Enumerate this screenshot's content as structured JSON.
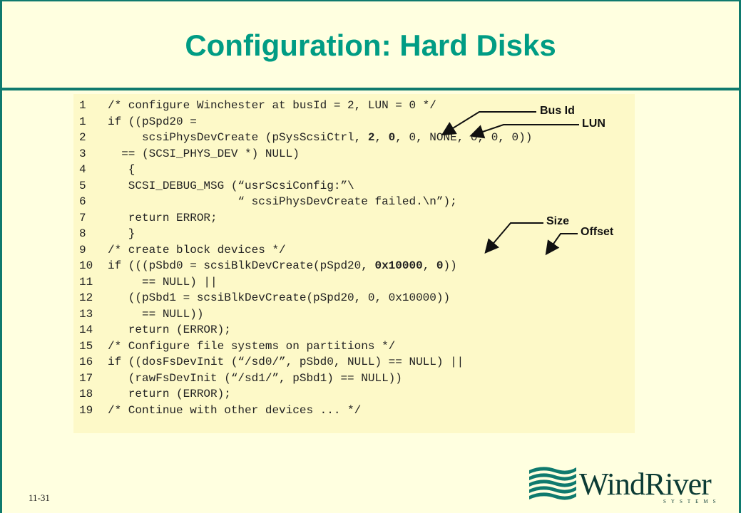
{
  "slide": {
    "title": "Configuration: Hard Disks",
    "number": "11-31"
  },
  "code": {
    "lines": [
      {
        "num": "1",
        "text": "/* configure Winchester at busId = 2, LUN = 0 */"
      },
      {
        "num": "1",
        "text": "if ((pSpd20 ="
      },
      {
        "num": "2",
        "pre": "     scsiPhysDevCreate (pSysScsiCtrl, ",
        "b1": "2",
        "mid": ", ",
        "b2": "0",
        "post": ", 0, NONE, 0, 0, 0))"
      },
      {
        "num": "3",
        "text": "  == (SCSI_PHYS_DEV *) NULL)"
      },
      {
        "num": "4",
        "text": "   {"
      },
      {
        "num": "5",
        "text": "   SCSI_DEBUG_MSG (“usrScsiConfig:”\\"
      },
      {
        "num": "6",
        "text": "                   “ scsiPhysDevCreate failed.\\n”);"
      },
      {
        "num": "7",
        "text": "   return ERROR;"
      },
      {
        "num": "8",
        "text": "   }"
      },
      {
        "num": "9",
        "text": "/* create block devices */"
      },
      {
        "num": "10",
        "pre": "if (((pSbd0 = scsiBlkDevCreate(pSpd20, ",
        "b1": "0x10000",
        "mid": ", ",
        "b2": "0",
        "post": "))"
      },
      {
        "num": "11",
        "text": "     == NULL) ||"
      },
      {
        "num": "12",
        "text": "   ((pSbd1 = scsiBlkDevCreate(pSpd20, 0, 0x10000))"
      },
      {
        "num": "13",
        "text": "     == NULL))"
      },
      {
        "num": "14",
        "text": "   return (ERROR);"
      },
      {
        "num": "15",
        "text": "/* Configure file systems on partitions */"
      },
      {
        "num": "16",
        "text": "if ((dosFsDevInit (“/sd0/”, pSbd0, NULL) == NULL) ||"
      },
      {
        "num": "17",
        "text": "   (rawFsDevInit (“/sd1/”, pSbd1) == NULL))"
      },
      {
        "num": "18",
        "text": "   return (ERROR);"
      },
      {
        "num": "19",
        "text": "/* Continue with other devices ... */"
      }
    ]
  },
  "callouts": {
    "bus_id": "Bus Id",
    "lun": "LUN",
    "size": "Size",
    "offset": "Offset"
  },
  "logo": {
    "text": "WindRiver",
    "subtext": "SYSTEMS",
    "icon": "wave-stack-icon"
  },
  "colors": {
    "background": "#ffffe0",
    "accent": "#0f7a6e",
    "title": "#009c84",
    "code_panel": "#fdf9c8"
  }
}
